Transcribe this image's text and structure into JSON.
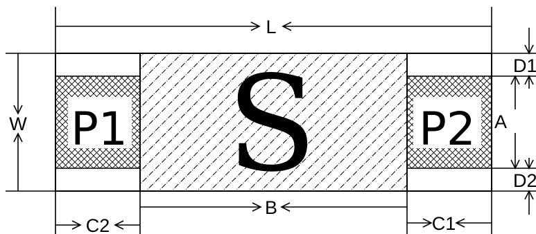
{
  "labels": {
    "length": "L",
    "width": "W",
    "dim_b": "B",
    "dim_a": "A",
    "dim_c1": "C1",
    "dim_c2": "C2",
    "dim_d1": "D1",
    "dim_d2": "D2",
    "pad_left": "P1",
    "pad_right": "P2",
    "body": "S"
  },
  "colors": {
    "line": "#000000",
    "background": "#ffffff"
  }
}
